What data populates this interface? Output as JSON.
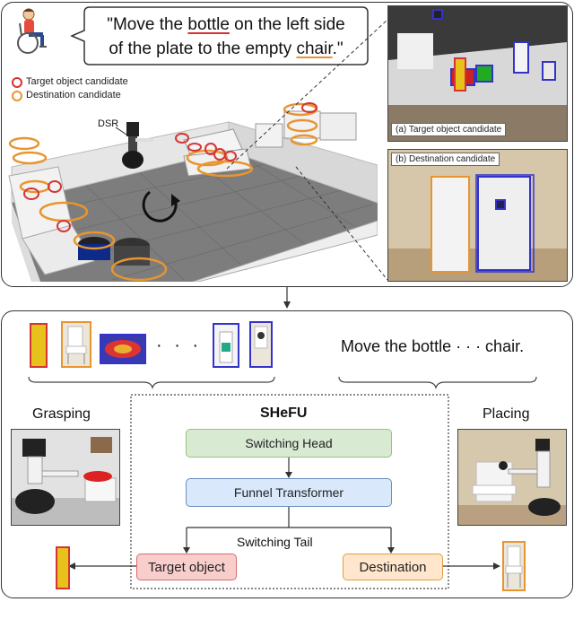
{
  "instruction": {
    "parts": [
      {
        "t": "\"Move the "
      },
      {
        "t": "bottle",
        "u": "#d63333"
      },
      {
        "t": " on the left side"
      },
      {
        "br": true
      },
      {
        "t": "of the plate to the empty "
      },
      {
        "t": "chair",
        "u": "#e8952e"
      },
      {
        "t": ".\""
      }
    ]
  },
  "legend": {
    "target": "Target object candidate",
    "destination": "Destination candidate"
  },
  "scene": {
    "robot_label": "DSR"
  },
  "captions": {
    "target": "(a) Target object candidate",
    "destination": "(b) Destination candidate"
  },
  "bottom": {
    "sentence": "Move the bottle · · · chair.",
    "dots": "· · ·",
    "model": "SHeFU",
    "switching_head": "Switching Head",
    "funnel": "Funnel Transformer",
    "switching_tail": "Switching Tail",
    "target": "Target object",
    "destination": "Destination",
    "grasping": "Grasping",
    "placing": "Placing"
  },
  "colors": {
    "target": "#d63333",
    "destination": "#e8952e",
    "blue": "#3333cc",
    "head_fill": "#d9ead3",
    "head_border": "#93c47d",
    "funnel_fill": "#dae8fc",
    "funnel_border": "#6c8ebf",
    "tail_target_fill": "#f8cecc",
    "tail_target_border": "#d66b6b",
    "tail_dest_fill": "#ffe6cc",
    "tail_dest_border": "#e0a040"
  }
}
